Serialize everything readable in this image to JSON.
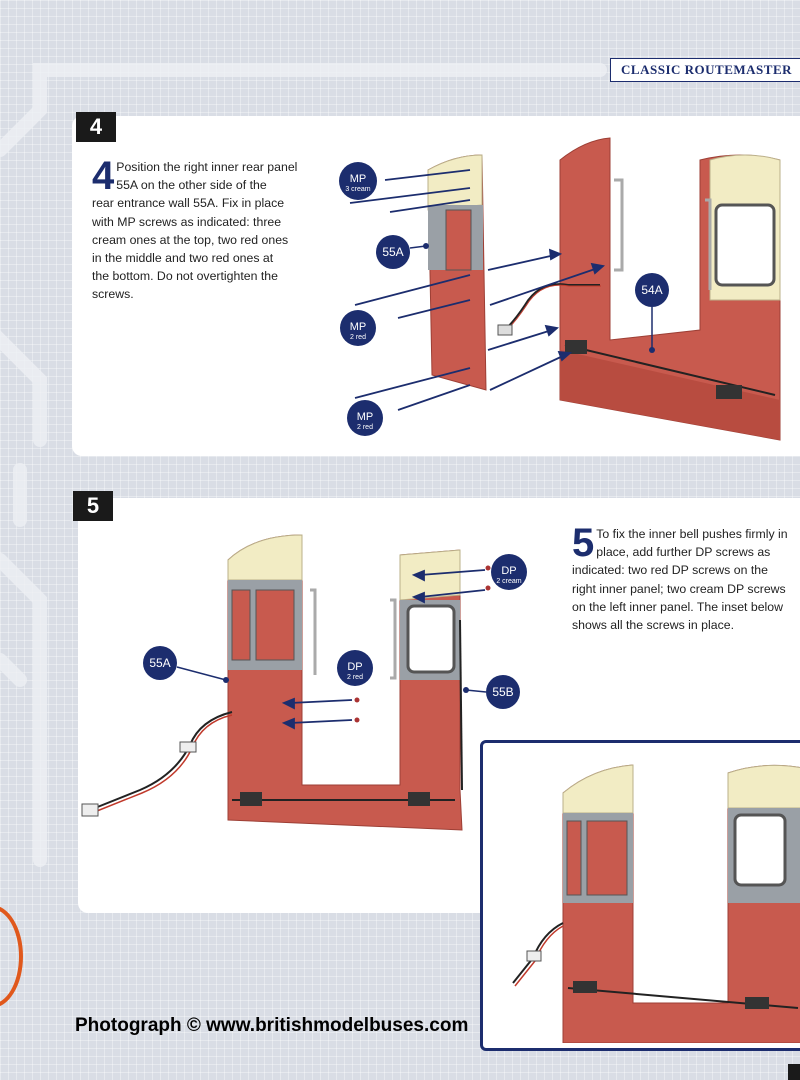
{
  "header": {
    "tag": "CLASSIC ROUTEMASTER"
  },
  "step4": {
    "number": "4",
    "big_digit": "4",
    "text_lines": [
      "Position the right inner rear panel",
      "55A on the other side of the",
      "rear entrance wall 55A. Fix in place",
      "with MP screws as indicated: three",
      "cream ones at the top, two red ones",
      "in the middle and two red ones at",
      "the bottom. Do not overtighten the",
      "screws."
    ],
    "labels": {
      "mp_top": {
        "code": "MP",
        "note": "3 cream"
      },
      "part_55a": "55A",
      "mp_mid": {
        "code": "MP",
        "note": "2 red"
      },
      "mp_bottom": {
        "code": "MP",
        "note": "2 red"
      },
      "part_54a": "54A"
    }
  },
  "step5": {
    "number": "5",
    "big_digit": "5",
    "text_lines": [
      "To fix the inner bell pushes firmly in",
      "place, add further DP screws as",
      "indicated: two red DP screws on the",
      "right inner panel; two cream DP screws",
      "on the left inner panel. The inset below",
      "shows all the screws in place."
    ],
    "labels": {
      "dp_top": {
        "code": "DP",
        "note": "2 cream"
      },
      "part_55a": "55A",
      "dp_mid": {
        "code": "DP",
        "note": "2 red"
      },
      "part_55b": "55B"
    }
  },
  "watermark": "Photograph © www.britishmodelbuses.com",
  "colors": {
    "navy": "#1c2d6e",
    "panel_red": "#c85a4e",
    "cream": "#f2ecc4",
    "grey": "#9aa0a6"
  }
}
